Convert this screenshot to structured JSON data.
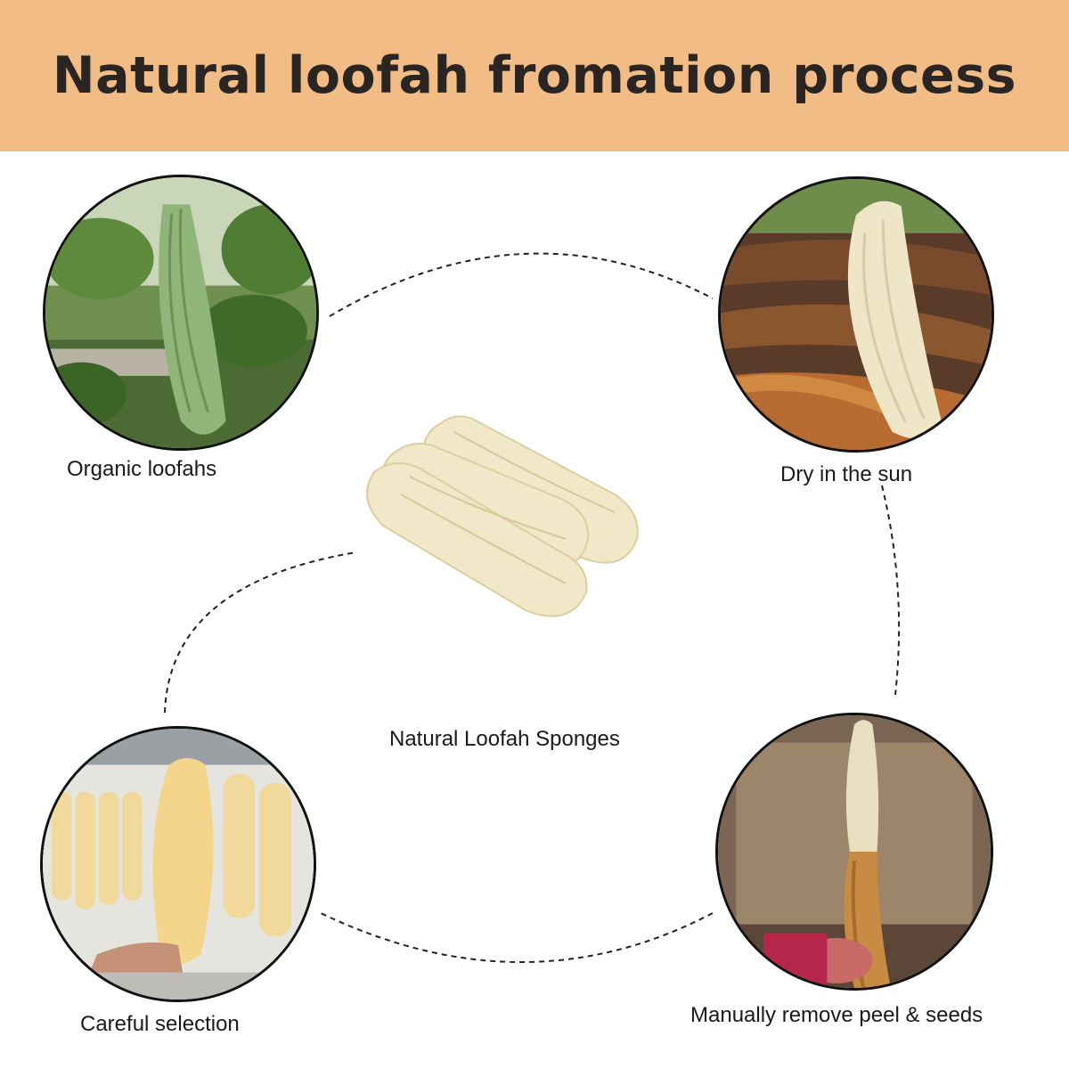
{
  "header": {
    "title": "Natural loofah fromation process"
  },
  "center": {
    "label": "Natural Loofah Sponges"
  },
  "steps": [
    {
      "label": "Organic loofahs"
    },
    {
      "label": "Dry in the sun"
    },
    {
      "label": "Manually remove peel & seeds"
    },
    {
      "label": "Careful selection"
    }
  ],
  "colors": {
    "banner": "#f1bc85",
    "title": "#2a2522",
    "loofah": "#efe6c8"
  }
}
